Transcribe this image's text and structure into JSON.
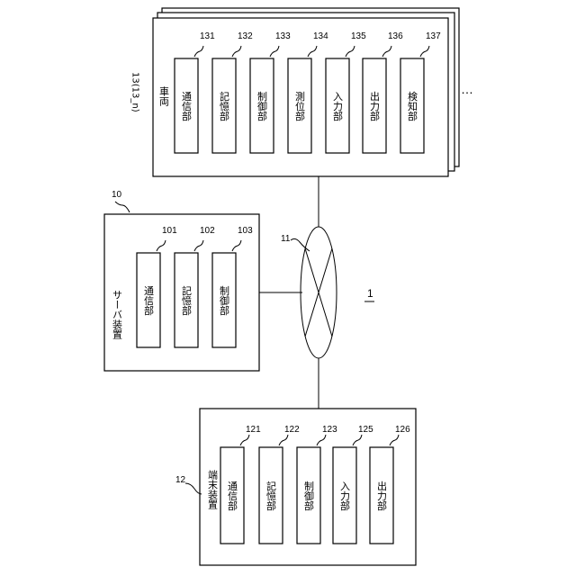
{
  "system_label": "1",
  "network": {
    "ref": "11"
  },
  "vehicle": {
    "title": "車両",
    "ref": "13(13_n)",
    "ellipsis": "…",
    "units": [
      {
        "label": "通信部",
        "ref": "131"
      },
      {
        "label": "記憶部",
        "ref": "132"
      },
      {
        "label": "制御部",
        "ref": "133"
      },
      {
        "label": "測位部",
        "ref": "134"
      },
      {
        "label": "入力部",
        "ref": "135"
      },
      {
        "label": "出力部",
        "ref": "136"
      },
      {
        "label": "検知部",
        "ref": "137"
      }
    ]
  },
  "server": {
    "title": "サーバ装置",
    "ref": "10",
    "units": [
      {
        "label": "通信部",
        "ref": "101"
      },
      {
        "label": "記憶部",
        "ref": "102"
      },
      {
        "label": "制御部",
        "ref": "103"
      }
    ]
  },
  "terminal": {
    "title": "端末装置",
    "ref": "12",
    "units": [
      {
        "label": "通信部",
        "ref": "121"
      },
      {
        "label": "記憶部",
        "ref": "122"
      },
      {
        "label": "制御部",
        "ref": "123"
      },
      {
        "label": "入力部",
        "ref": "125"
      },
      {
        "label": "出力部",
        "ref": "126"
      }
    ]
  }
}
